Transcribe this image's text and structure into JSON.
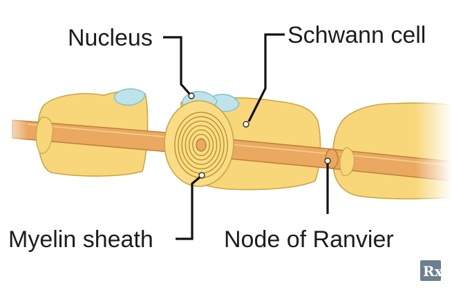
{
  "labels": {
    "nucleus": "Nucleus",
    "schwann_cell": "Schwann cell",
    "myelin_sheath": "Myelin sheath",
    "node_of_ranvier": "Node of Ranvier"
  },
  "badge": {
    "text": "Rx"
  },
  "colors": {
    "schwann_fill": "#f7d779",
    "schwann_stroke": "#caa542",
    "axon_fill": "#eaa860",
    "axon_stroke": "#b97a3a",
    "nucleus_fill": "#bfe3ea",
    "nucleus_stroke": "#7fbfcf",
    "leader": "#111111",
    "badge": "#6d7f8f"
  }
}
